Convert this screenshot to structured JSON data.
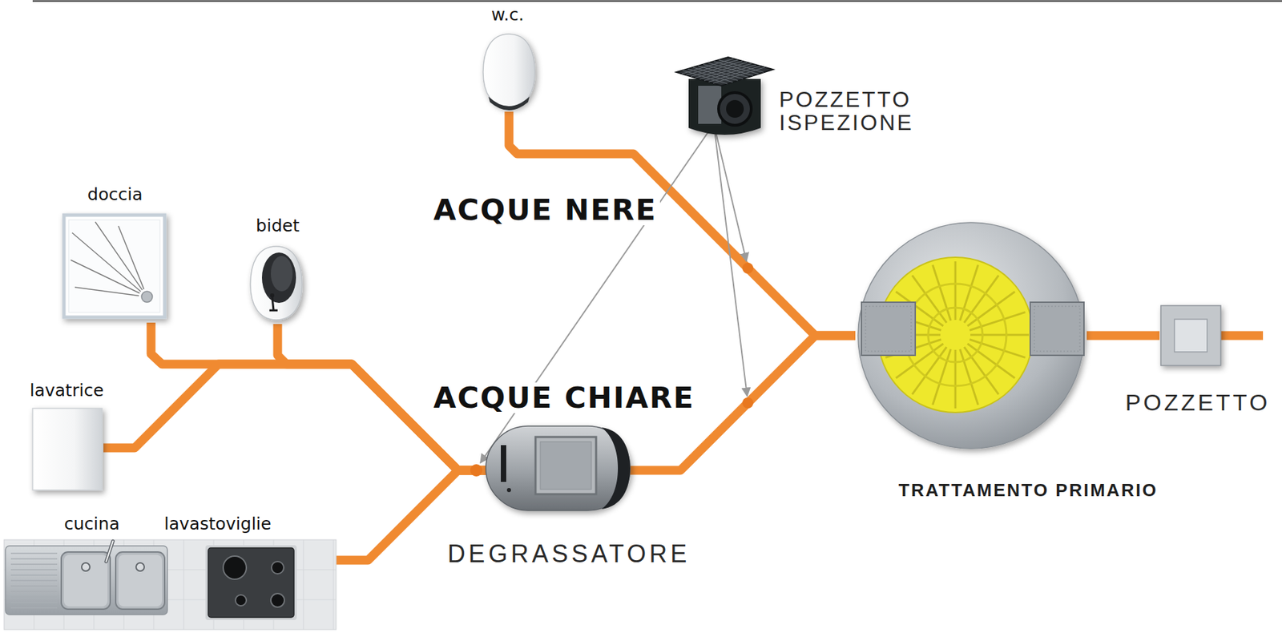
{
  "diagram": {
    "nodes": [
      {
        "text": [
          "w.c."
        ]
      },
      {
        "text": [
          "POZZETTO ISPEZIONE"
        ]
      },
      {
        "text": [
          "doccia"
        ]
      },
      {
        "text": [
          "bidet"
        ]
      },
      {
        "text": [
          "lavatrice"
        ]
      },
      {
        "text": [
          "cucina",
          "lavastoviglie"
        ]
      },
      {
        "text": [
          "DEGRASSATORE"
        ]
      },
      {
        "text": [
          "TRATTAMENTO PRIMARIO"
        ]
      },
      {
        "text": [
          "POZZETTO"
        ]
      }
    ],
    "edges": [
      {
        "from": 0,
        "to": 7,
        "arrow": "none"
      },
      {
        "from": 2,
        "to": 6,
        "arrow": "none"
      },
      {
        "from": 3,
        "to": 6,
        "arrow": "none"
      },
      {
        "from": 4,
        "to": 6,
        "arrow": "none"
      },
      {
        "from": 5,
        "to": 6,
        "arrow": "none"
      },
      {
        "from": 6,
        "to": 7,
        "arrow": "none"
      },
      {
        "from": 7,
        "to": 8,
        "arrow": "none"
      }
    ],
    "labels": [
      "ACQUE NERE",
      "ACQUE CHIARE"
    ]
  }
}
